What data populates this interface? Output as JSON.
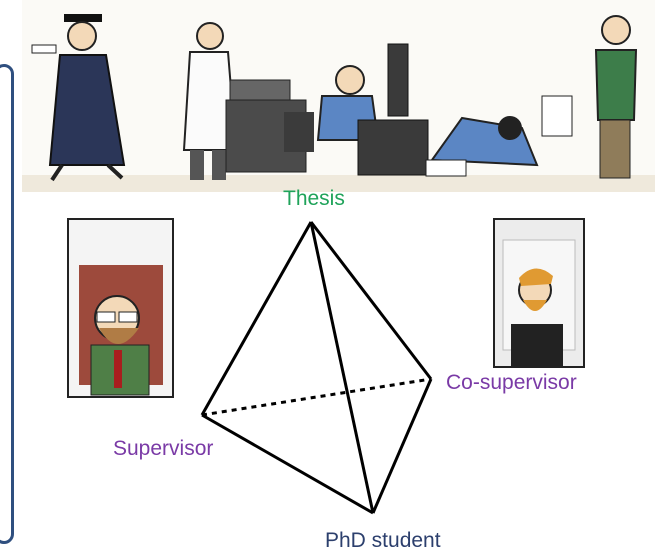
{
  "labels": {
    "thesis": "Thesis",
    "co_supervisor": "Co-supervisor",
    "supervisor": "Supervisor",
    "phd_student": "PhD student"
  },
  "colors": {
    "thesis": "#1fa35a",
    "co_supervisor": "#7a3aa6",
    "supervisor": "#7a3aa6",
    "phd_student": "#2c3f6d",
    "frame": "#2f4f7f",
    "edge": "#000000"
  },
  "figures": {
    "comic_strip": "phd-comic-progression-illustration",
    "supervisor_panel": "supervisor-cartoon",
    "co_supervisor_panel": "co-supervisor-cartoon"
  }
}
